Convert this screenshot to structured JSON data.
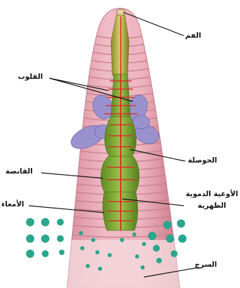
{
  "diagram": {
    "labels": {
      "mouth": "الفم",
      "hearts": "القلوب",
      "crop": "الحوصلة",
      "gizzard": "القانصة",
      "dorsal_vessel_line1": "الأوعية الدموية",
      "dorsal_vessel_line2": "الظهرية",
      "intestine": "الأمعاء",
      "clitellum": "السرج"
    },
    "colors": {
      "body_pink": "#e7a9b5",
      "body_light": "#f3ccd3",
      "segment_line": "#c97f8d",
      "digestive_green": "#7ea534",
      "digestive_dark": "#4f7a20",
      "blood_vessel_red": "#d8332b",
      "hearts_purple": "#9a92cf",
      "dots_teal": "#2aa58e",
      "leader_line": "#111111"
    }
  }
}
